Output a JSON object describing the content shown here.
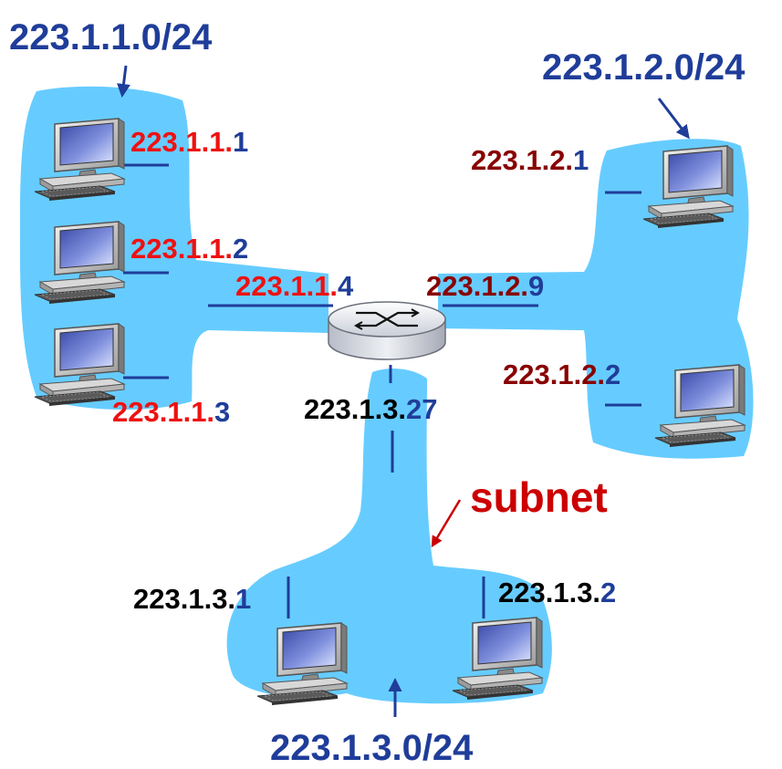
{
  "colors": {
    "subnet_fill": "#66CCFF",
    "prefix_red": "#EE1111",
    "prefix_darkred": "#880000",
    "prefix_black": "#000000",
    "host_blue": "#1F3D99",
    "title_blue": "#1F3D99",
    "arrow_subnet": "#CC0000",
    "link_line": "#1F3D99"
  },
  "subnets": [
    {
      "id": "a",
      "label": "223.1.1.0/24"
    },
    {
      "id": "b",
      "label": "223.1.2.0/24"
    },
    {
      "id": "c",
      "label": "223.1.3.0/24"
    }
  ],
  "addresses": {
    "a1": {
      "prefix": "223.1.1.",
      "suffix": "1"
    },
    "a2": {
      "prefix": "223.1.1.",
      "suffix": "2"
    },
    "a3": {
      "prefix": "223.1.1.",
      "suffix": "3"
    },
    "a4": {
      "prefix": "223.1.1.",
      "suffix": "4"
    },
    "b1": {
      "prefix": "223.1.2.",
      "suffix": "1"
    },
    "b2": {
      "prefix": "223.1.2.",
      "suffix": "2"
    },
    "b9": {
      "prefix": "223.1.2.",
      "suffix": "9"
    },
    "c1": {
      "prefix": "223.1.3.",
      "suffix": "1"
    },
    "c2": {
      "prefix": "223.1.3.",
      "suffix": "2"
    },
    "c27": {
      "prefix": "223.1.3.",
      "suffix": "27"
    }
  },
  "subnet_callout": "subnet",
  "icons": {
    "router": "router-icon",
    "host": "desktop-computer-icon"
  }
}
